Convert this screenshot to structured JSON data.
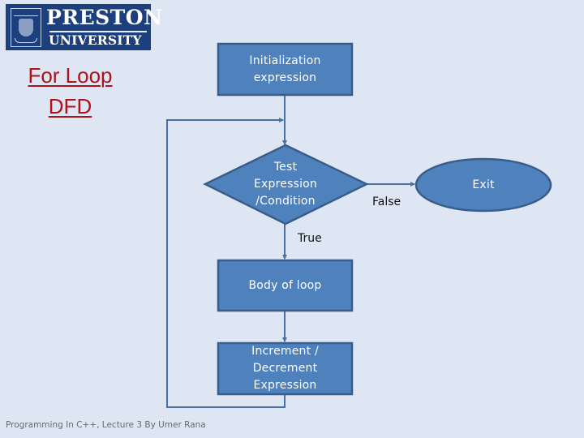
{
  "logo": {
    "line1": "PRESTON",
    "line2": "UNIVERSITY",
    "background": "#1c3f7e"
  },
  "title": {
    "line1": "For Loop",
    "line2": "DFD",
    "color": "#b0121b"
  },
  "diagram": {
    "nodes": {
      "init": {
        "shape": "rectangle",
        "line1": "Initialization",
        "line2": "expression"
      },
      "test": {
        "shape": "diamond",
        "line1": "Test",
        "line2": "Expression",
        "line3": "/Condition"
      },
      "exit": {
        "shape": "ellipse",
        "label": "Exit"
      },
      "body": {
        "shape": "rectangle",
        "label": "Body of loop"
      },
      "update": {
        "shape": "rectangle",
        "line1": "Increment /",
        "line2": "Decrement",
        "line3": "Expression"
      }
    },
    "edges": {
      "true_label": "True",
      "false_label": "False"
    },
    "colors": {
      "fill": "#4f81bd",
      "stroke": "#385d8a",
      "connector": "#4a6fa0"
    }
  },
  "footer": {
    "text": "Programming In C++, Lecture 3 By Umer  Rana"
  }
}
